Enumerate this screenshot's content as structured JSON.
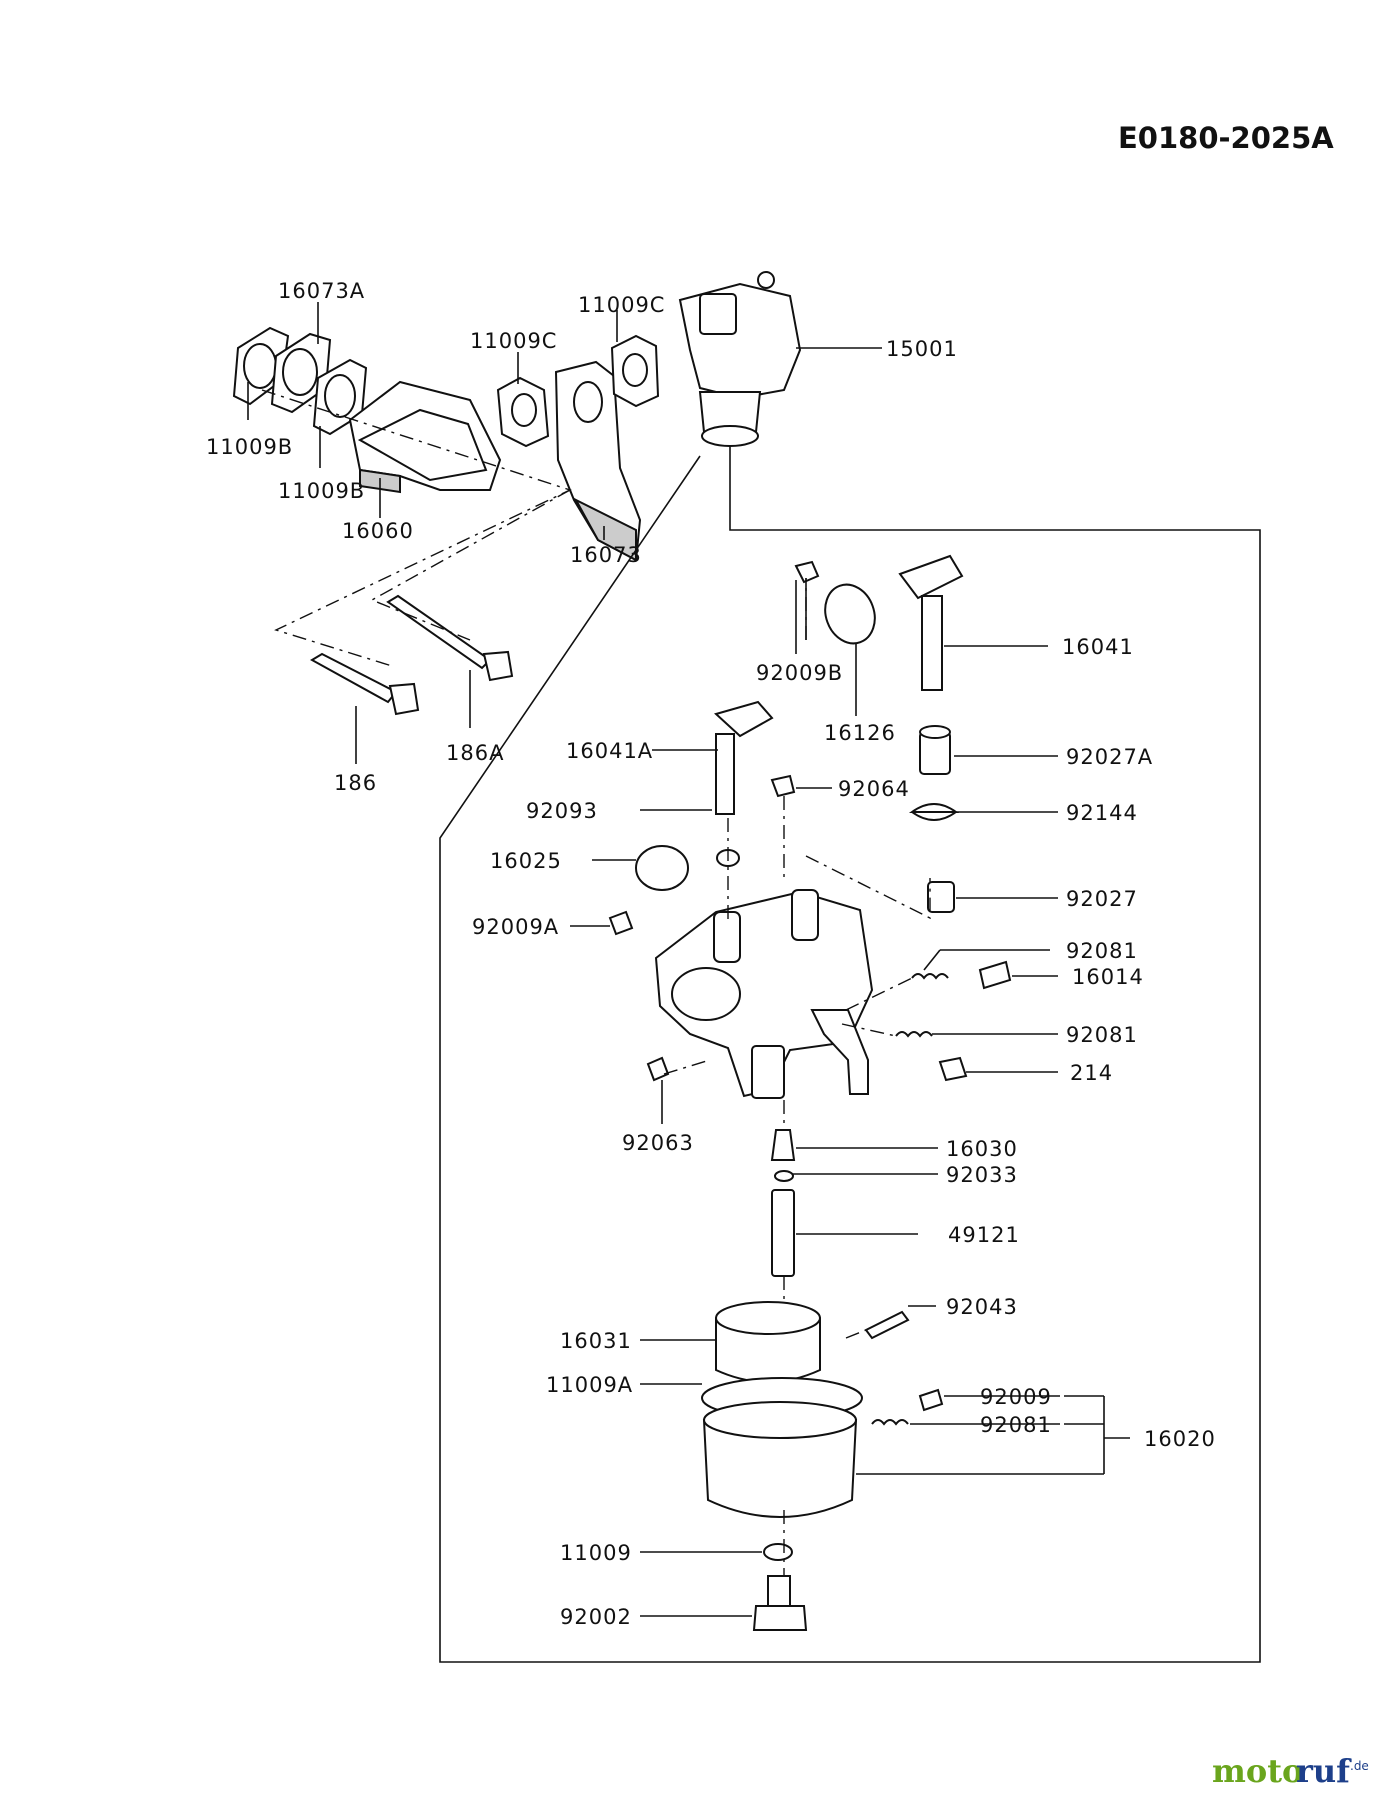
{
  "diagram": {
    "title": "E0180-2025A",
    "part_labels": {
      "p16073A": "16073A",
      "p11009C_top": "11009C",
      "p11009C_mid": "11009C",
      "p15001": "15001",
      "p11009B_a": "11009B",
      "p11009B_b": "11009B",
      "p16060": "16060",
      "p16073": "16073",
      "p186A": "186A",
      "p186": "186",
      "p92009B": "92009B",
      "p16126": "16126",
      "p16041": "16041",
      "p16041A": "16041A",
      "p92027A": "92027A",
      "p92064": "92064",
      "p92093": "92093",
      "p92144": "92144",
      "p16025": "16025",
      "p92027": "92027",
      "p92009A": "92009A",
      "p92081_a": "92081",
      "p16014": "16014",
      "p92081_b": "92081",
      "p214": "214",
      "p92063": "92063",
      "p16030": "16030",
      "p92033": "92033",
      "p49121": "49121",
      "p92043": "92043",
      "p16031": "16031",
      "p11009A": "11009A",
      "p92009": "92009",
      "p92081_c": "92081",
      "p16020": "16020",
      "p11009": "11009",
      "p92002": "92002"
    }
  },
  "watermark": {
    "text": "motoruf.de",
    "colors": {
      "primary": "#6aa51d",
      "secondary": "#1d3f8a"
    }
  }
}
